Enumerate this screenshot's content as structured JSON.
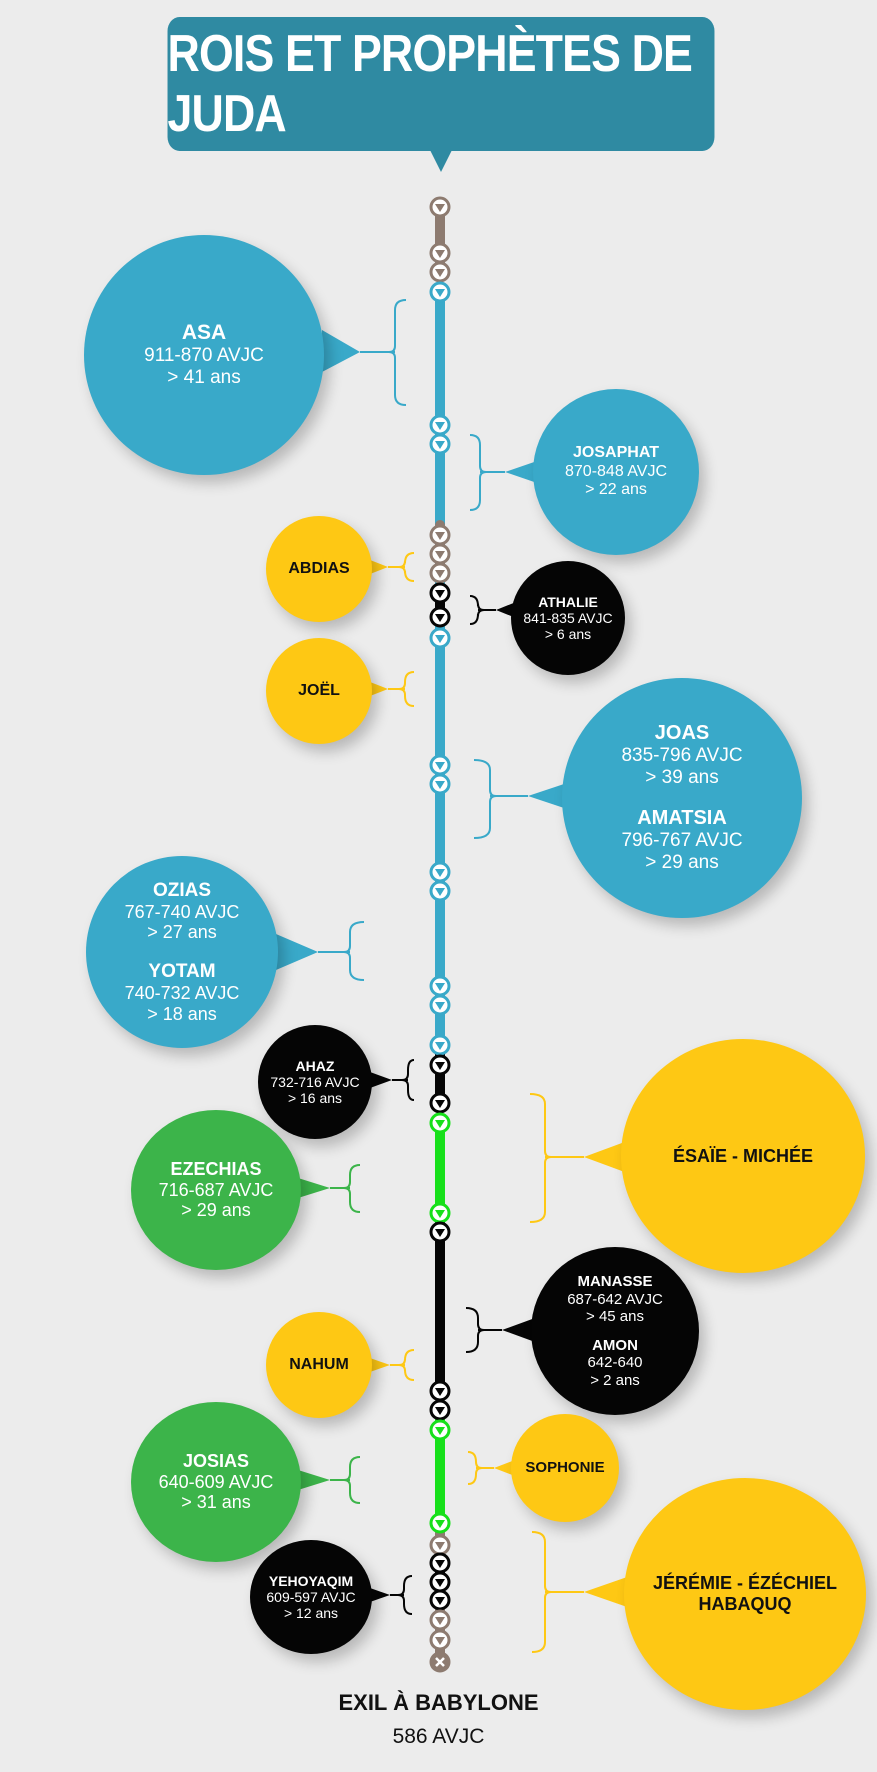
{
  "title": "ROIS ET PROPHÈTES DE JUDA",
  "footer": {
    "title": "EXIL À BABYLONE",
    "date": "586 AVJC"
  },
  "colors": {
    "blue": "#39a9c9",
    "yellow": "#fec814",
    "black": "#050505",
    "green": "#3cb44a",
    "bright_green": "#17e01a",
    "brown": "#8d7b70",
    "title_bg": "#2f8aa2",
    "background": "#ececec"
  },
  "kings": [
    {
      "name": "ASA",
      "dates": "911-870 AVJC",
      "duration": "> 41 ans",
      "color": "blue"
    },
    {
      "name": "JOSAPHAT",
      "dates": "870-848 AVJC",
      "duration": "> 22 ans",
      "color": "blue"
    },
    {
      "name": "ATHALIE",
      "dates": "841-835 AVJC",
      "duration": "> 6 ans",
      "color": "black"
    },
    {
      "name": "JOAS",
      "dates": "835-796 AVJC",
      "duration": "> 39 ans",
      "color": "blue"
    },
    {
      "name": "AMATSIA",
      "dates": "796-767 AVJC",
      "duration": "> 29 ans",
      "color": "blue"
    },
    {
      "name": "OZIAS",
      "dates": "767-740 AVJC",
      "duration": "> 27 ans",
      "color": "blue"
    },
    {
      "name": "YOTAM",
      "dates": "740-732 AVJC",
      "duration": "> 18 ans",
      "color": "blue"
    },
    {
      "name": "AHAZ",
      "dates": "732-716 AVJC",
      "duration": "> 16 ans",
      "color": "black"
    },
    {
      "name": "EZECHIAS",
      "dates": "716-687 AVJC",
      "duration": "> 29 ans",
      "color": "green"
    },
    {
      "name": "MANASSE",
      "dates": "687-642 AVJC",
      "duration": "> 45 ans",
      "color": "black"
    },
    {
      "name": "AMON",
      "dates": "642-640",
      "duration": "> 2 ans",
      "color": "black"
    },
    {
      "name": "JOSIAS",
      "dates": "640-609 AVJC",
      "duration": "> 31 ans",
      "color": "green"
    },
    {
      "name": "YEHOYAQIM",
      "dates": "609-597 AVJC",
      "duration": "> 12 ans",
      "color": "black"
    }
  ],
  "prophets": [
    {
      "name": "ABDIAS"
    },
    {
      "name": "JOËL"
    },
    {
      "name": "ÉSAÏE - MICHÉE"
    },
    {
      "name": "NAHUM"
    },
    {
      "name": "SOPHONIE"
    },
    {
      "name": "JÉRÉMIE - ÉZÉCHIEL",
      "name2": "HABAQUQ"
    }
  ],
  "timeline_segments": [
    {
      "color": "brown"
    },
    {
      "color": "blue"
    },
    {
      "color": "brown"
    },
    {
      "color": "black"
    },
    {
      "color": "blue"
    },
    {
      "color": "black"
    },
    {
      "color": "bright_green"
    },
    {
      "color": "black"
    },
    {
      "color": "bright_green"
    },
    {
      "color": "brown"
    },
    {
      "color": "black"
    },
    {
      "color": "brown"
    }
  ]
}
